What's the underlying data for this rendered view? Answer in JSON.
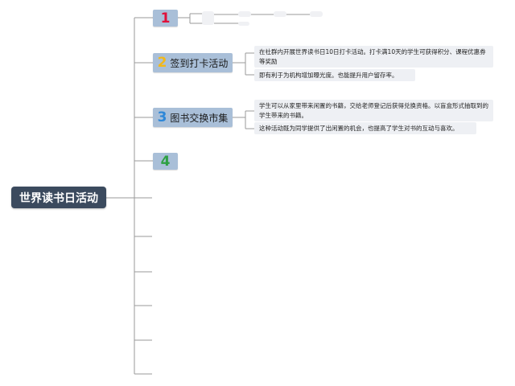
{
  "root": {
    "label": "世界读书日活动"
  },
  "branches": [
    {
      "number": "1",
      "label": "",
      "number_color": "#e0103a",
      "notes": []
    },
    {
      "number": "2",
      "label": "签到打卡活动",
      "number_color": "#f2b81a",
      "notes": [
        "在社群内开展世界读书日10日打卡活动。打卡满10天的学生可获得积分、课程优惠券等奖励",
        "即有利于为机构增加曝光度。也能提升用户留存率。"
      ]
    },
    {
      "number": "3",
      "label": "图书交换市集",
      "number_color": "#2d87d8",
      "notes": [
        "学生可以从家里带来闲置的书籍，交给老师登记后获得兑换资格。以盲盒形式抽取到的学生带来的书籍。",
        "这种活动既为同学提供了出闲置的机会，也提高了学生对书的互动与喜欢。"
      ]
    },
    {
      "number": "4",
      "label": "",
      "number_color": "#2ea043",
      "notes": []
    }
  ],
  "colors": {
    "root_bg": "#3b4a5e",
    "branch_bg": "#a9bfd8",
    "note_bg": "#eef0f4",
    "line": "#9a9a9a"
  }
}
